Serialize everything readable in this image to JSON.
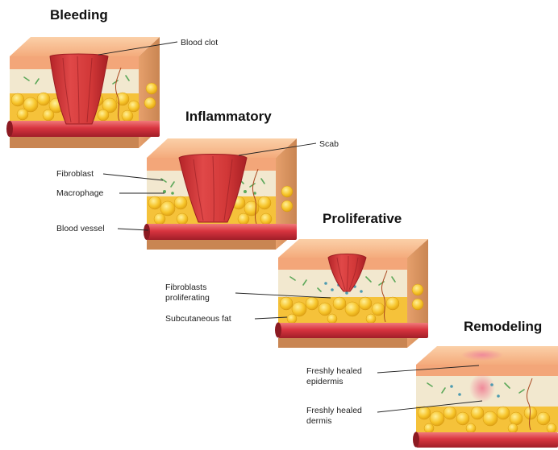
{
  "stages": [
    {
      "title": "Bleeding",
      "labels": [
        "Blood clot"
      ]
    },
    {
      "title": "Inflammatory",
      "labels": [
        "Scab",
        "Fibroblast",
        "Macrophage",
        "Blood vessel"
      ]
    },
    {
      "title": "Proliferative",
      "labels": [
        "Fibroblasts",
        "proliferating",
        "Subcutaneous fat"
      ]
    },
    {
      "title": "Remodeling",
      "labels": [
        "Freshly healed",
        "epidermis",
        "Freshly healed",
        "dermis"
      ]
    }
  ],
  "colors": {
    "skin_top": "#f7b98b",
    "epidermis": "#f3a679",
    "dermis": "#f2e8cf",
    "fat": "#f7c52b",
    "fat_dark": "#e0a414",
    "vessel": "#d8343f",
    "wound": "#d83a3a",
    "fibroblast": "#5da85a"
  }
}
